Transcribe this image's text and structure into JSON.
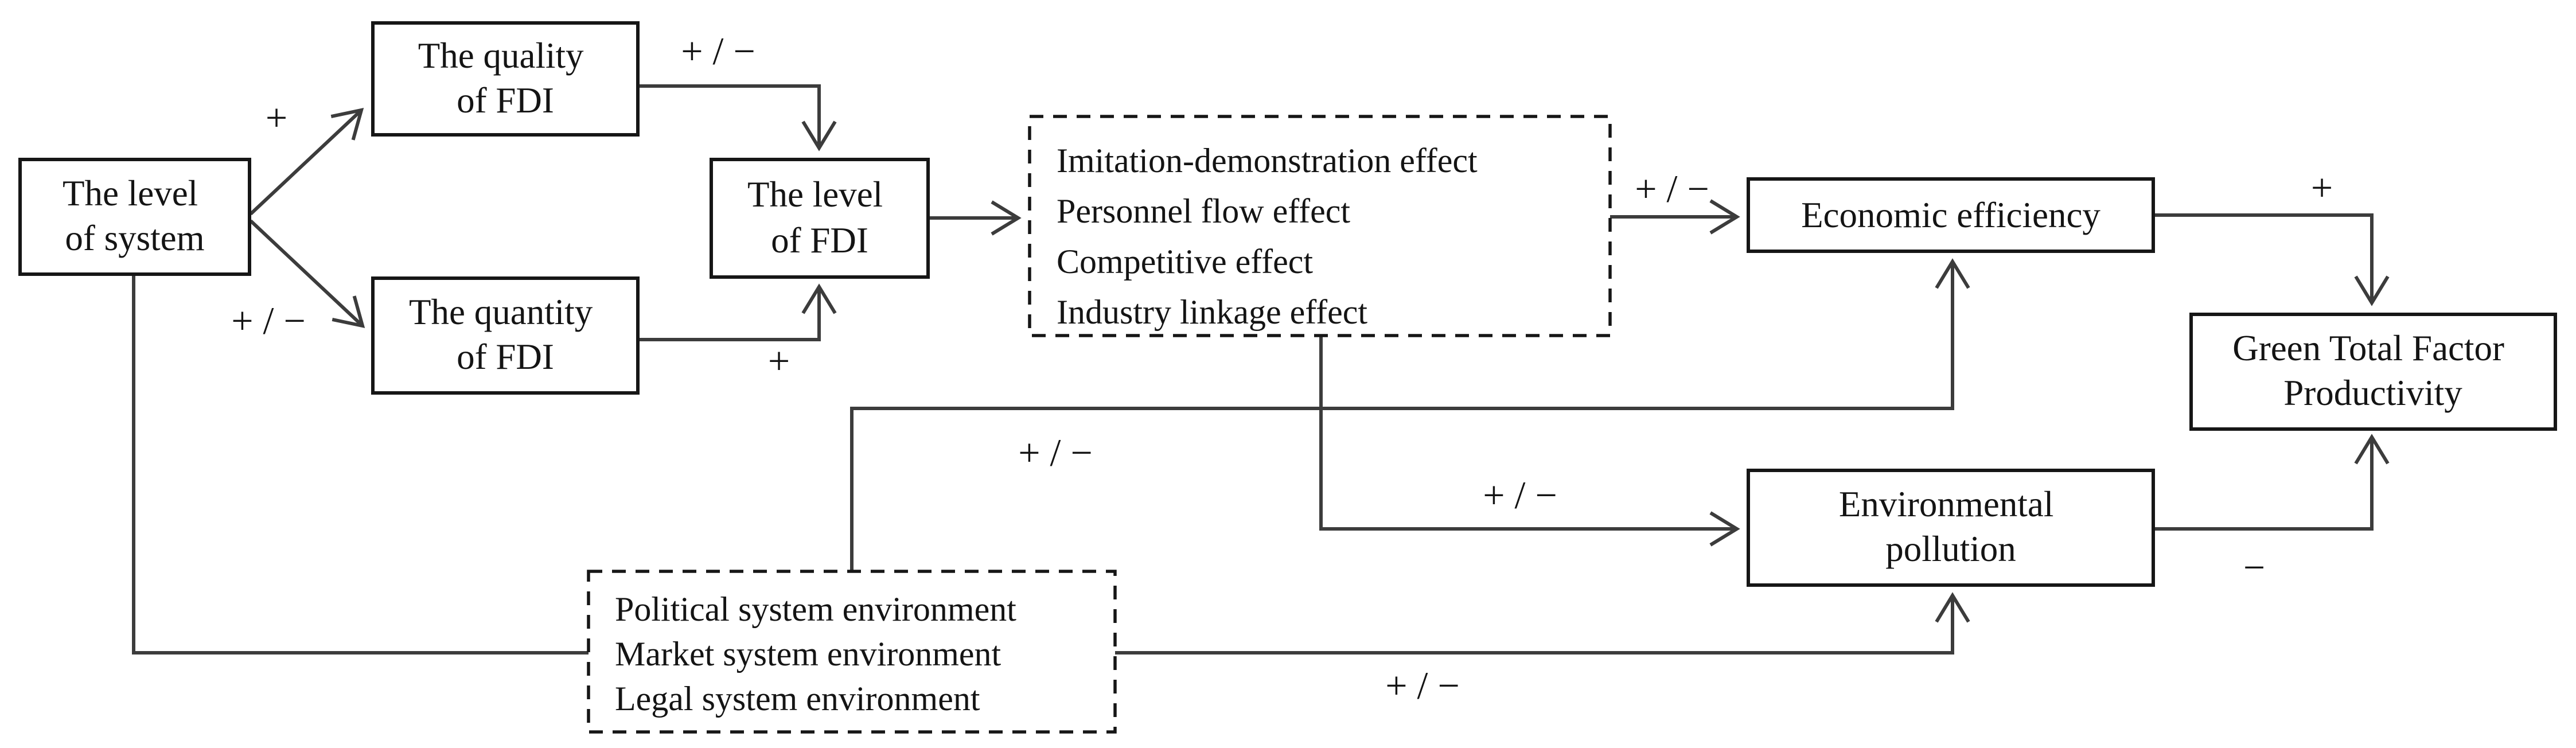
{
  "diagram": {
    "background": "#ffffff",
    "ink": "#161616",
    "connector_color": "#3c3c3c",
    "nodes": {
      "level_of_system": {
        "lines": [
          "The level",
          "of system"
        ]
      },
      "quality_of_fdi": {
        "lines": [
          "The quality",
          "of FDI"
        ]
      },
      "quantity_of_fdi": {
        "lines": [
          "The quantity",
          "of FDI"
        ]
      },
      "level_of_fdi": {
        "lines": [
          "The level",
          "of FDI"
        ]
      },
      "fdi_spillover_effects": {
        "lines": [
          "Imitation-demonstration effect",
          "Personnel flow effect",
          "Competitive effect",
          "Industry linkage effect"
        ]
      },
      "economic_efficiency": {
        "lines": [
          "Economic efficiency"
        ]
      },
      "green_total_factor_productivity": {
        "lines": [
          "Green Total Factor",
          "Productivity"
        ]
      },
      "environmental_pollution": {
        "lines": [
          "Environmental",
          "pollution"
        ]
      },
      "system_environments": {
        "lines": [
          "Political system environment",
          "Market system environment",
          "Legal system environment"
        ]
      }
    },
    "edge_labels": {
      "system_to_quality": "+",
      "system_to_quantity": "+ / −",
      "quality_to_level_of_fdi": "+ / −",
      "quantity_to_level_of_fdi": "+",
      "effects_to_economic_efficiency": "+ / −",
      "economic_efficiency_to_gtfp": "+",
      "effects_to_environmental_pollution": "+ / −",
      "environmental_pollution_to_gtfp": "−",
      "environments_to_economic_efficiency": "+ / −",
      "environments_to_environmental_pollution": "+ / −"
    }
  }
}
